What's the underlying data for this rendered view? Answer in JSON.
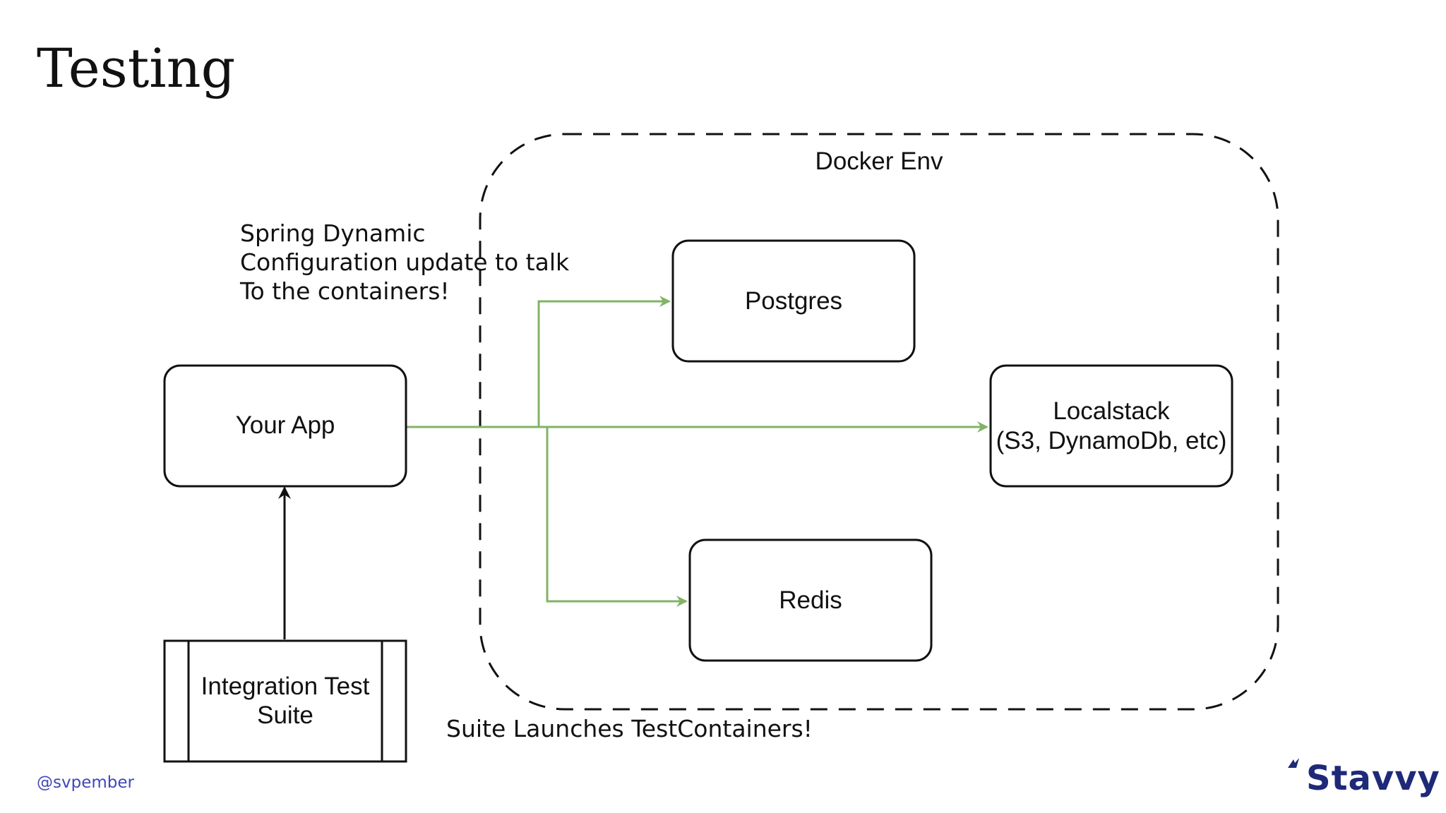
{
  "slide": {
    "title": "Testing",
    "footer_handle": "@svpember",
    "brand": "Stavvy"
  },
  "diagram": {
    "container": {
      "label": "Docker Env"
    },
    "nodes": {
      "your_app": "Your App",
      "postgres": "Postgres",
      "localstack_line1": "Localstack",
      "localstack_line2": "(S3, DynamoDb, etc)",
      "redis": "Redis",
      "integration_line1": "Integration Test",
      "integration_line2": "Suite"
    },
    "notes": {
      "spring_line1": "Spring Dynamic",
      "spring_line2": "Configuration update to talk",
      "spring_line3": "To the containers!",
      "suite_launch": "Suite Launches TestContainers!"
    }
  },
  "colors": {
    "edge_green": "#82b366",
    "edge_black": "#111111",
    "handle_blue": "#3f47b8",
    "brand_navy": "#1e2a78"
  },
  "icons": {
    "brand_mark": "spark-icon"
  }
}
